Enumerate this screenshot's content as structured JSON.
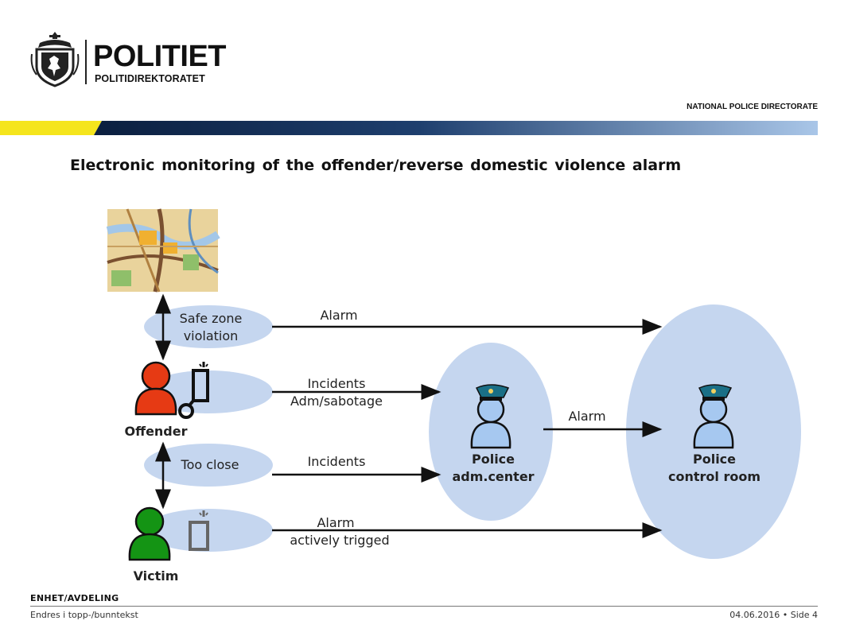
{
  "header": {
    "brand": "POLITIET",
    "brand_sub": "POLITIDIREKTORATET",
    "directorate": "NATIONAL POLICE DIRECTORATE"
  },
  "title": "Electronic monitoring of the offender/reverse domestic violence alarm",
  "diagram": {
    "safe_zone": "Safe zone violation",
    "too_close": "Too close",
    "offender": "Offender",
    "victim": "Victim",
    "arrow_alarm_top": "Alarm",
    "arrow_incidents_adm_1": "Incidents",
    "arrow_incidents_adm_2": "Adm/sabotage",
    "arrow_incidents": "Incidents",
    "arrow_alarm_mid": "Alarm",
    "arrow_alarm_bottom_1": "Alarm",
    "arrow_alarm_bottom_2": "actively trigged",
    "adm_center_1": "Police",
    "adm_center_2": "adm.center",
    "control_room_1": "Police",
    "control_room_2": "control room"
  },
  "footer": {
    "unit": "ENHET/AVDELING",
    "left": "Endres i topp-/bunntekst",
    "right": "04.06.2016 • Side 4"
  },
  "colors": {
    "ellipse": "#c5d6ef",
    "offender": "#e63a14",
    "victim": "#149414",
    "police": "#a6c8f0",
    "cap": "#1a6f86"
  }
}
